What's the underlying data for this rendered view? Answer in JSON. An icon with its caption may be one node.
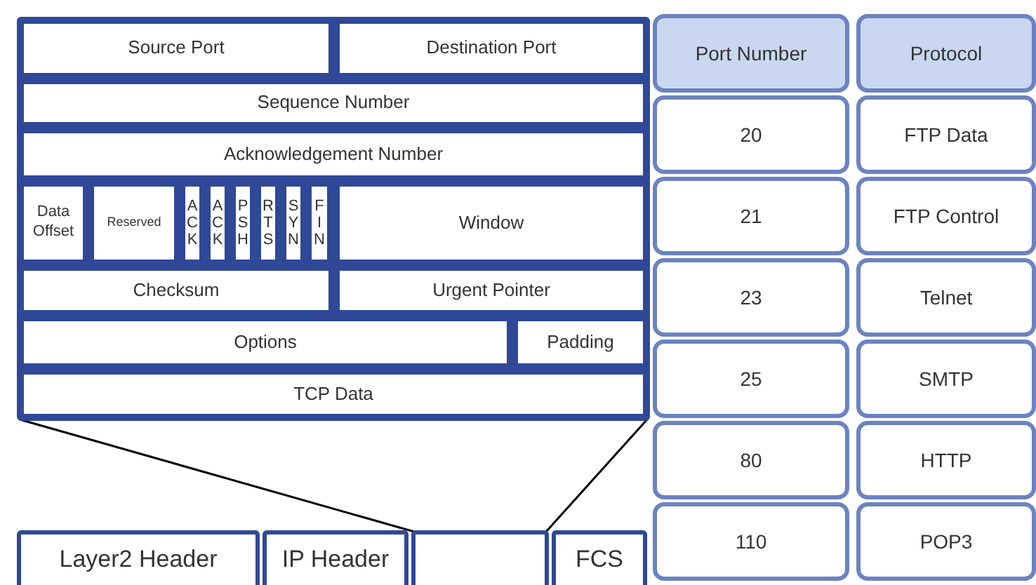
{
  "diagram": {
    "nodes": [
      {
        "text": [],
        "shape": "box"
      },
      {
        "text": [
          "Source Port"
        ],
        "in": 0
      },
      {
        "text": [
          "Destination Port"
        ],
        "in": 0
      },
      {
        "text": [
          "Sequence Number"
        ],
        "in": 0
      },
      {
        "text": [
          "Acknowledgement Number"
        ],
        "in": 0
      },
      {
        "text": [
          "Data Offset"
        ],
        "in": 0
      },
      {
        "text": [
          "Reserved"
        ],
        "in": 0
      },
      {
        "text": [
          "ACK"
        ],
        "in": 0
      },
      {
        "text": [
          "ACK"
        ],
        "in": 0
      },
      {
        "text": [
          "PSH"
        ],
        "in": 0
      },
      {
        "text": [
          "RTS"
        ],
        "in": 0
      },
      {
        "text": [
          "SYN"
        ],
        "in": 0
      },
      {
        "text": [
          "FIN"
        ],
        "in": 0
      },
      {
        "text": [
          "Window"
        ],
        "in": 0
      },
      {
        "text": [
          "Checksum"
        ],
        "in": 0
      },
      {
        "text": [
          "Urgent Pointer"
        ],
        "in": 0
      },
      {
        "text": [
          "Options"
        ],
        "in": 0
      },
      {
        "text": [
          "Padding"
        ],
        "in": 0
      },
      {
        "text": [
          "TCP Data"
        ],
        "in": 0
      },
      {
        "text": [
          "Layer2 Header"
        ]
      },
      {
        "text": [
          "IP Header"
        ]
      },
      {
        "text": [],
        "shape": "box"
      },
      {
        "text": [
          "FCS"
        ]
      }
    ],
    "edges": [
      {
        "from": 0,
        "to": 21,
        "arrow": "none"
      },
      {
        "from": 0,
        "to": 21,
        "arrow": "none"
      }
    ],
    "labels": [
      "Port Number",
      "Protocol",
      "20",
      "FTP Data",
      "21",
      "FTP Control",
      "23",
      "Telnet",
      "25",
      "SMTP",
      "80",
      "HTTP",
      "110",
      "POP3"
    ]
  }
}
